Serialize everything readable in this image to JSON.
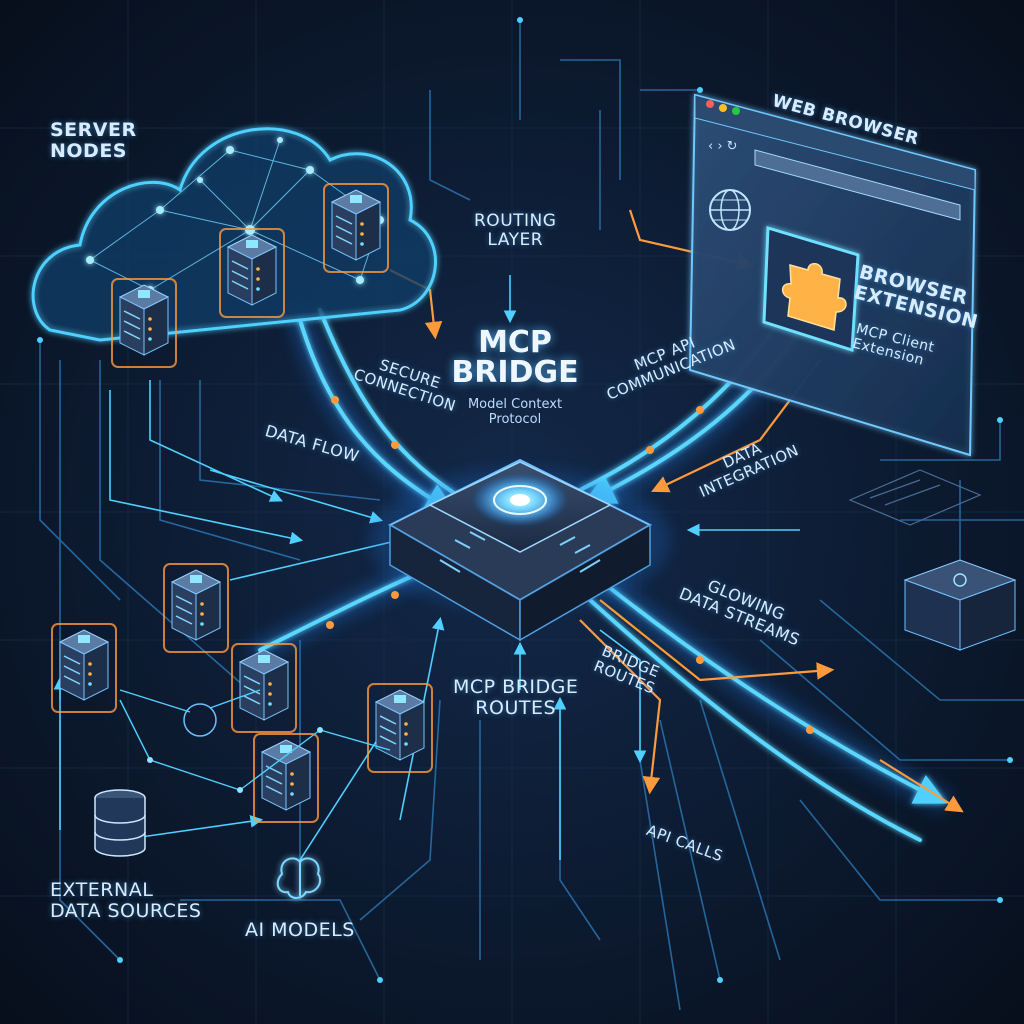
{
  "colors": {
    "background": "#0a1424",
    "cyan": "#35c8ff",
    "glow_blue": "#5ab8ff",
    "orange": "#ff9a3c",
    "panel": "#1c2d46"
  },
  "labels": {
    "server_nodes": [
      "SERVER",
      "NODES"
    ],
    "routing_layer": [
      "ROUTING",
      "LAYER"
    ],
    "web_browser": "WEB BROWSER",
    "browser_extension": [
      "BROWSER",
      "EXTENSION"
    ],
    "mcp_client_extension": [
      "MCP Client",
      "Extension"
    ],
    "secure_connection": [
      "SECURE",
      "CONNECTION"
    ],
    "mcp_api_communication": [
      "MCP API",
      "COMMUNICATION"
    ],
    "data_flow": "DATA FLOW",
    "data_integration": [
      "DATA",
      "INTEGRATION"
    ],
    "glowing_data_streams": [
      "GLOWING",
      "DATA STREAMS"
    ],
    "bridge_routes": [
      "BRIDGE",
      "ROUTES"
    ],
    "mcp_bridge_routes": [
      "MCP BRIDGE",
      "ROUTES"
    ],
    "api_calls": "API CALLS",
    "external_data_sources": [
      "EXTERNAL",
      "DATA SOURCES"
    ],
    "ai_models": "AI MODELS"
  },
  "center": {
    "title_line1": "MCP",
    "title_line2": "BRIDGE",
    "subtitle_line1": "Model Context",
    "subtitle_line2": "Protocol"
  },
  "icons": {
    "cloud": "cloud-network-icon",
    "server": "server-rack-icon",
    "globe": "globe-icon",
    "puzzle": "puzzle-piece-icon",
    "database": "database-icon",
    "brain": "brain-icon",
    "chip": "processor-chip-icon"
  }
}
